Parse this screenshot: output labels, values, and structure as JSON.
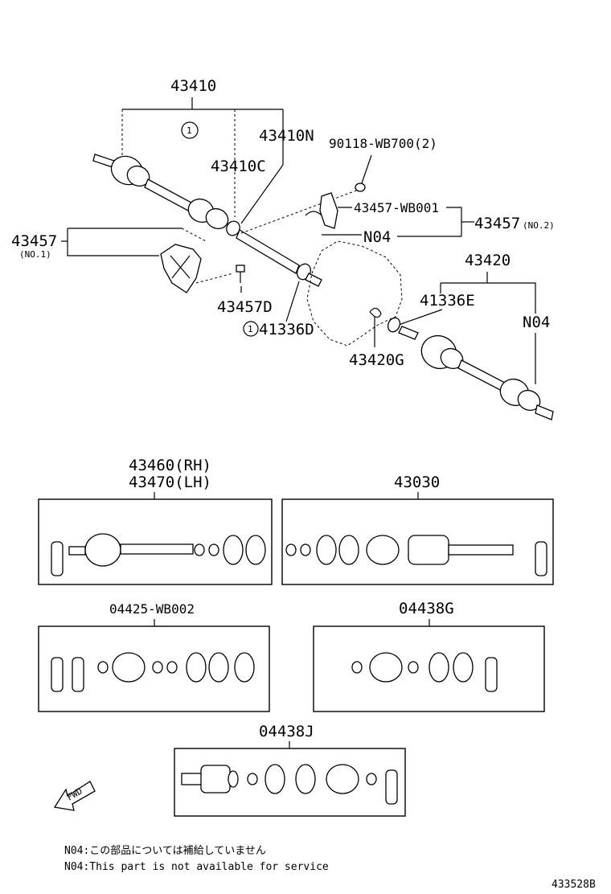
{
  "labels": {
    "main_assembly": "43410",
    "callout_1": "1",
    "outer_joint": "43410N",
    "inner_joint": "43410C",
    "bolt": "90118-WB700(2)",
    "bracket_detail": "43457-WB001",
    "bracket_no2": "43457",
    "bracket_no2_sub": "(NO.2)",
    "n04_upper": "N04",
    "bracket_no1": "43457",
    "bracket_no1_sub": "(NO.1)",
    "bracket_bolt": "43457D",
    "seal_callout": "1",
    "seal": "41336D",
    "rh_shaft": "43420",
    "snap_ring": "41336E",
    "n04_right": "N04",
    "snap_ring_g": "43420G"
  },
  "boxes": {
    "b1_line1": "43460(RH)",
    "b1_line2": "43470(LH)",
    "b2": "43030",
    "b3": "04425-WB002",
    "b4": "04438G",
    "b5": "04438J"
  },
  "fwd": "FWD",
  "notes": {
    "jp": "N04:この部品については補給していません",
    "en": "N04:This part is not available for service"
  },
  "figure_id": "433528B"
}
